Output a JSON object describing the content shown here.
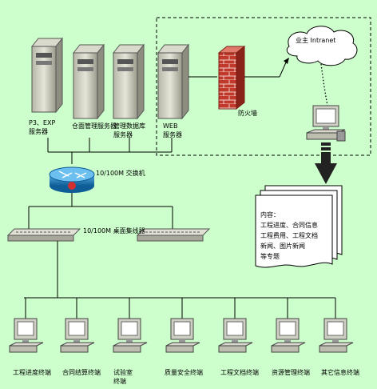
{
  "servers": {
    "p3": [
      "P3、EXP",
      "服务器"
    ],
    "warehouse": "仓面管理服务器",
    "db": [
      "管理数据库",
      "服务器"
    ],
    "web": [
      "WEB",
      "服务器"
    ]
  },
  "firewall": "防火墙",
  "intranet": "业主 Intranet",
  "switch_core": "10/100M 交换机",
  "switch_desk": "10/100M 桌面集线器",
  "content_box": {
    "lines": [
      "内容：",
      "工程进度、合同信息",
      "工程费用、工程文档",
      "新闻、图片新闻",
      "等专题"
    ]
  },
  "terminals": [
    [
      "工程进度终端"
    ],
    [
      "合同结算终端"
    ],
    [
      "试验室",
      "终端"
    ],
    [
      "质量安全终端"
    ],
    [
      "工程文档终端"
    ],
    [
      "资源管理终端"
    ],
    [
      "其它信息终端"
    ]
  ],
  "colors": {
    "background": "#ccffcc",
    "firewall": "#c0392b",
    "switch": "#1a7fc0"
  }
}
